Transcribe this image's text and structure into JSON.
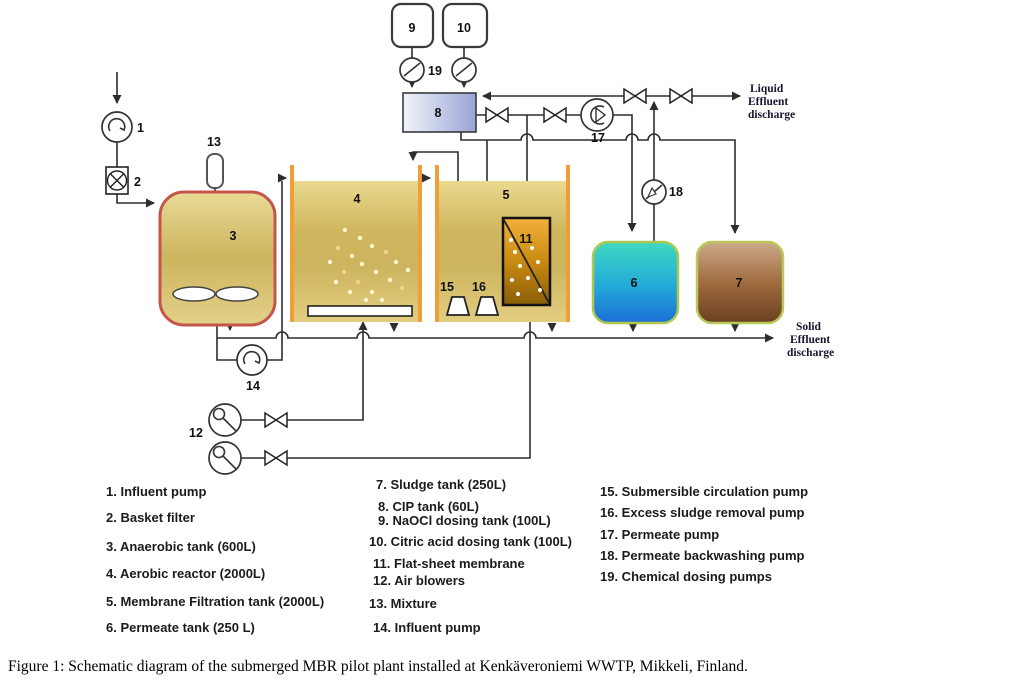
{
  "figure": {
    "caption": "Figure 1: Schematic diagram of the submerged MBR pilot plant installed at Kenkäveroniemi WWTP, Mikkeli, Finland."
  },
  "diagram": {
    "tags": {
      "t1": "1",
      "t2": "2",
      "t3": "3",
      "t4": "4",
      "t5": "5",
      "t6": "6",
      "t7": "7",
      "t8": "8",
      "t9": "9",
      "t10": "10",
      "t11": "11",
      "t12": "12",
      "t13": "13",
      "t14": "14",
      "t15": "15",
      "t16": "16",
      "t17": "17",
      "t18": "18",
      "t19": "19"
    },
    "flow_labels": {
      "liquid": [
        "Liquid",
        "Effluent",
        "discharge"
      ],
      "solid": [
        "Solid",
        "Effluent",
        "discharge"
      ]
    }
  },
  "legend": {
    "columns": [
      {
        "items": [
          "1. Influent pump",
          "2. Basket filter",
          "3. Anaerobic tank (600L)",
          "4. Aerobic reactor (2000L)",
          "5. Membrane Filtration tank (2000L)",
          "6. Permeate tank (250 L)"
        ]
      },
      {
        "items": [
          "7. Sludge tank (250L)",
          "8. CIP tank (60L)",
          "9. NaOCl dosing tank (100L)",
          "10. Citric acid dosing tank (100L)",
          "11. Flat-sheet membrane",
          "12. Air blowers",
          "13. Mixture",
          "14. Influent pump"
        ]
      },
      {
        "items": [
          "15. Submersible circulation pump",
          "16. Excess sludge removal pump",
          "17. Permeate pump",
          "18. Permeate backwashing pump",
          "19. Chemical dosing pumps"
        ]
      }
    ]
  },
  "colors": {
    "anaerobic_fill_light": "#e9da96",
    "anaerobic_fill_dark": "#cdb45e",
    "anaerobic_border": "#c4554a",
    "reactor_wall_orange": "#ef9f3a",
    "membrane_light": "#f2b13a",
    "membrane_dark": "#8a5d08",
    "permeate_top": "#3fd9c2",
    "permeate_bottom": "#1d6fd6",
    "permeate_border": "#aec84e",
    "sludge_top": "#cbaa8b",
    "sludge_bottom": "#6b3f22",
    "cip_left": "#f2f4fb",
    "cip_right": "#9aa4d6",
    "pipe": "#2d2d2d"
  }
}
